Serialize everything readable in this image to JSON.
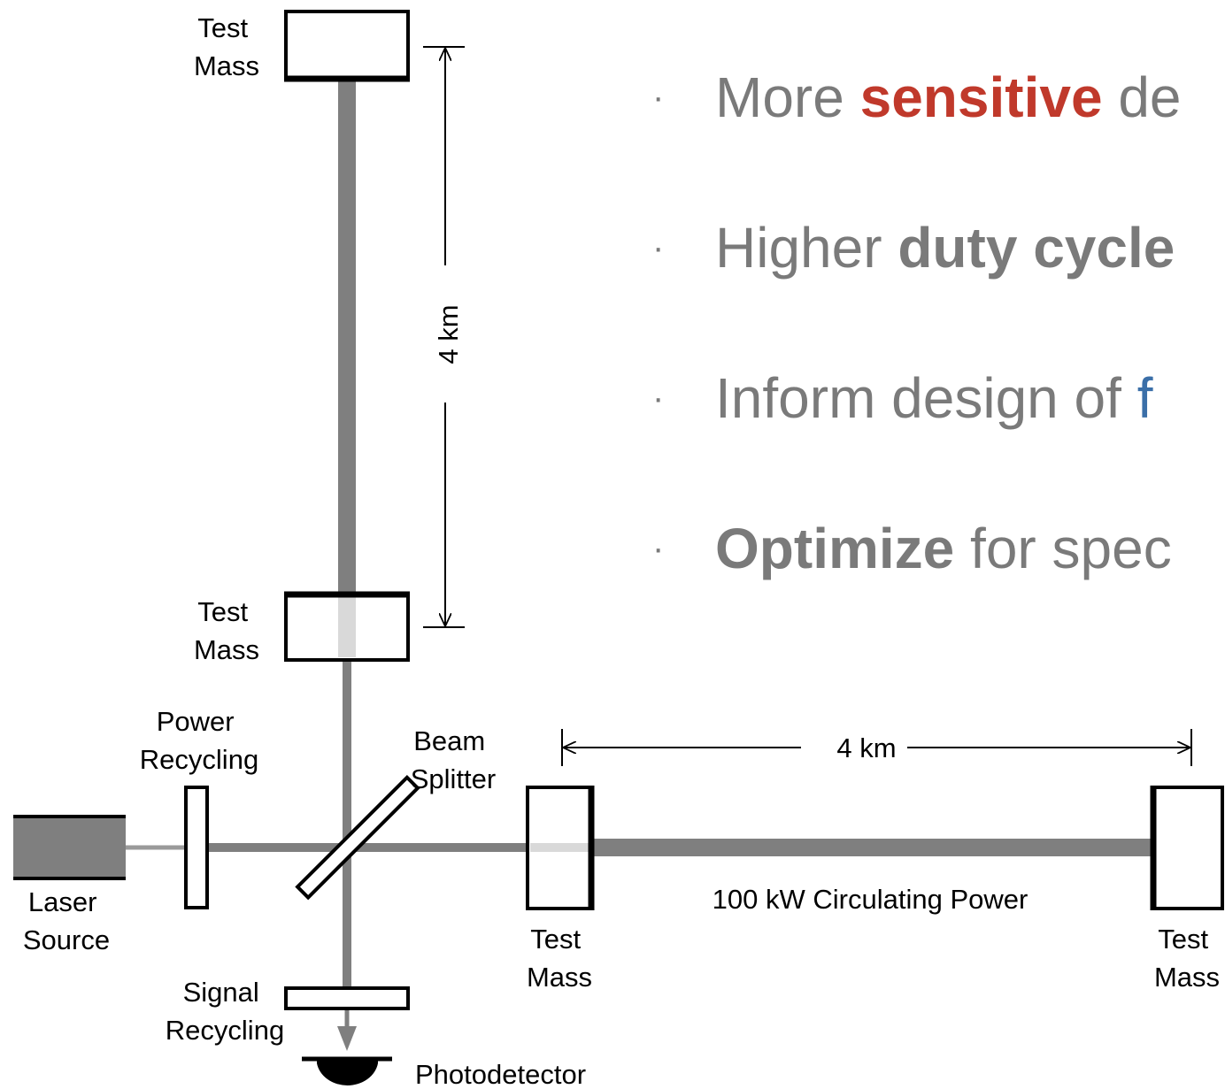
{
  "diagram": {
    "labels": {
      "test_mass_top": [
        "Test",
        "Mass"
      ],
      "test_mass_inner_vertical": [
        "Test",
        "Mass"
      ],
      "power_recycling": [
        "Power",
        "Recycling"
      ],
      "beam_splitter": [
        "Beam",
        "Splitter"
      ],
      "laser_source": [
        "Laser",
        "Source"
      ],
      "signal_recycling": [
        "Signal",
        "Recycling"
      ],
      "photodetector": "Photodetector",
      "test_mass_inner_horizontal": [
        "Test",
        "Mass"
      ],
      "test_mass_end_horizontal": [
        "Test",
        "Mass"
      ],
      "arm_length_vertical": "4 km",
      "arm_length_horizontal": "4 km",
      "circulating_power": "100 kW Circulating Power"
    }
  },
  "bullets": [
    {
      "bullet": "·",
      "parts": [
        {
          "text": "More ",
          "style": "normal"
        },
        {
          "text": "sensitive",
          "style": "bold",
          "color": "#c0392b"
        },
        {
          "text": " de",
          "style": "normal"
        }
      ]
    },
    {
      "bullet": "·",
      "parts": [
        {
          "text": "Higher ",
          "style": "normal"
        },
        {
          "text": "duty cycle",
          "style": "bold",
          "color": "#7a7a7a"
        }
      ]
    },
    {
      "bullet": "·",
      "parts": [
        {
          "text": "Inform design of ",
          "style": "normal"
        },
        {
          "text": "f",
          "style": "normal",
          "color": "#3b6fa8"
        }
      ]
    },
    {
      "bullet": "·",
      "parts": [
        {
          "text": "Optimize",
          "style": "bold",
          "color": "#7a7a7a"
        },
        {
          "text": " for spec",
          "style": "normal"
        }
      ]
    }
  ],
  "colors": {
    "beam": "#7f7f7f",
    "text_gray": "#7a7a7a",
    "accent_red": "#c0392b",
    "accent_blue": "#3b6fa8"
  }
}
